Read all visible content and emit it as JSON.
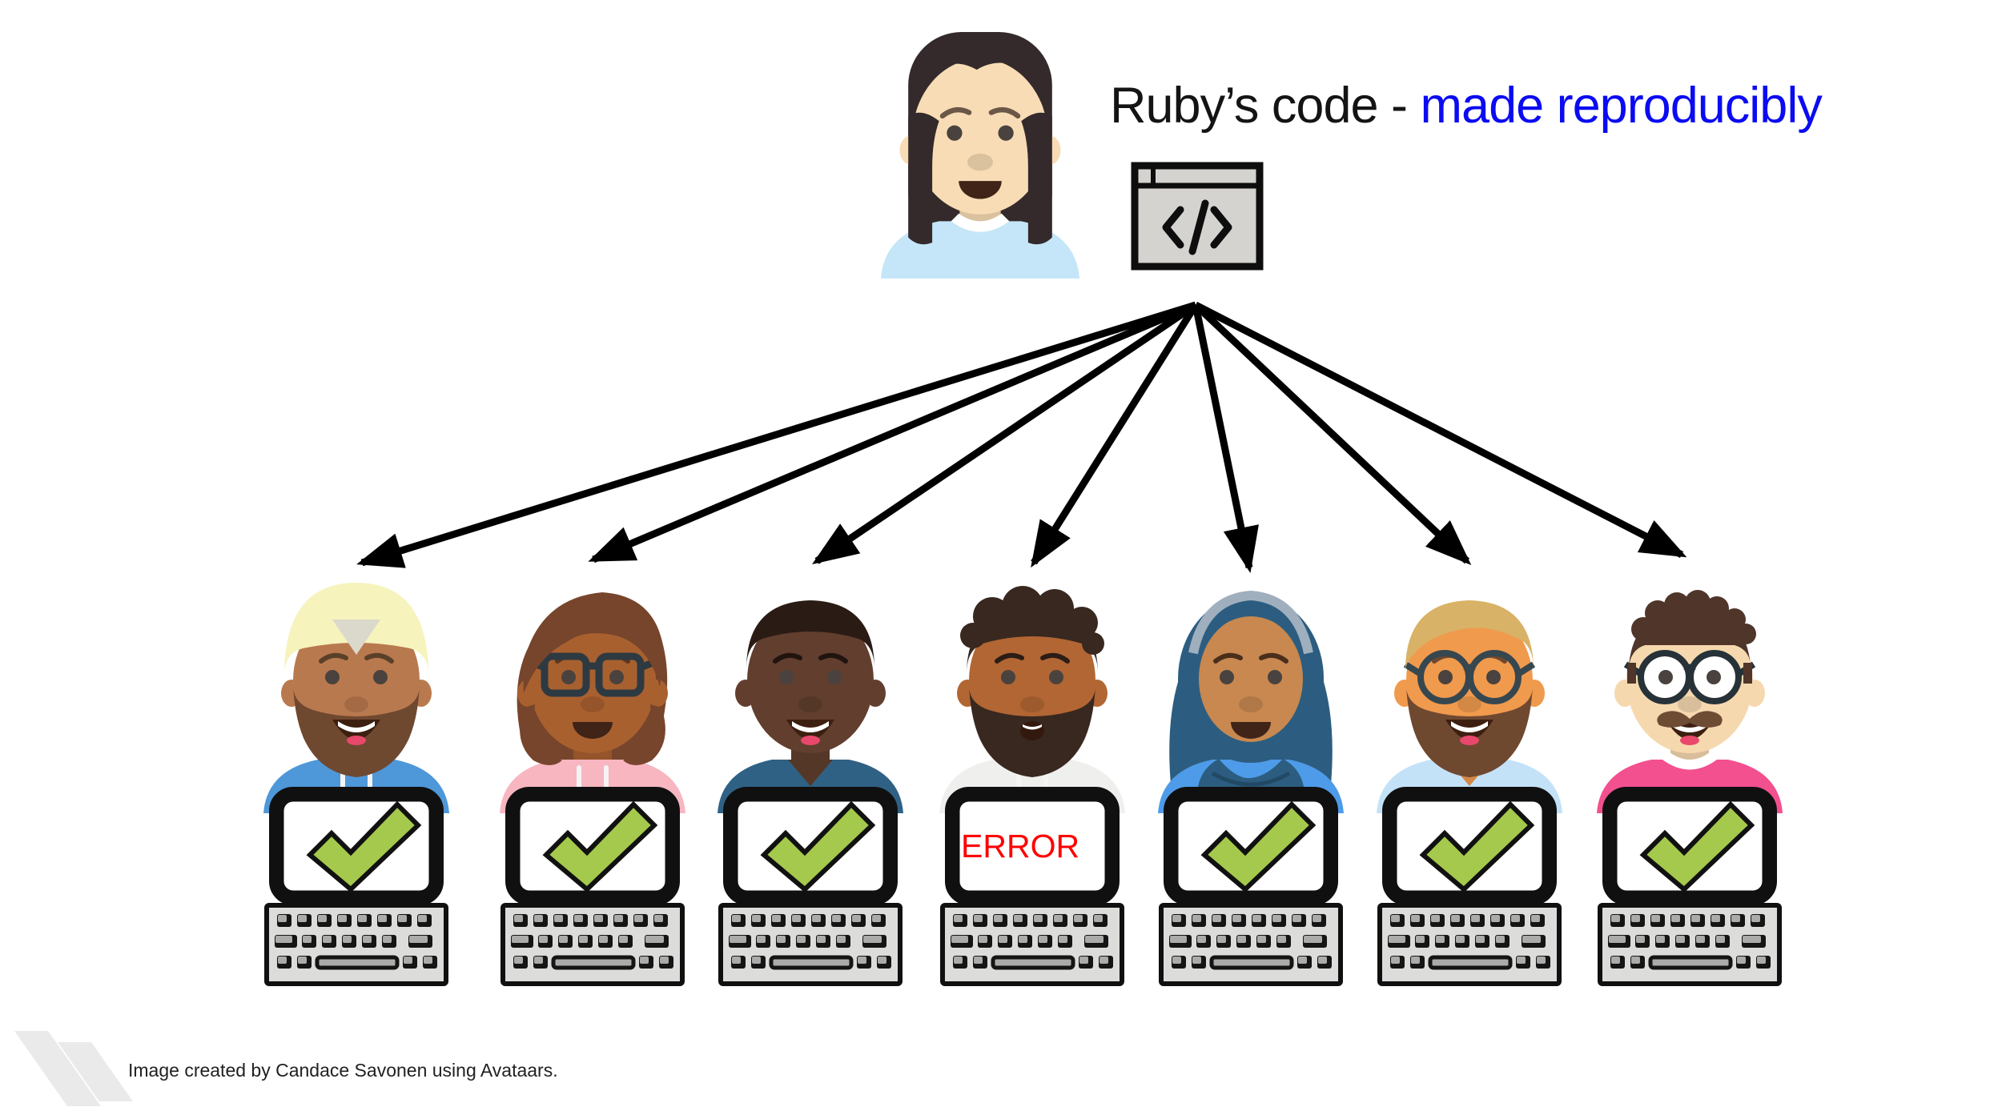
{
  "title": {
    "prefix": "Ruby’s code - ",
    "accent": "made reproducibly",
    "accent_color": "#0B0BF2",
    "text_color": "#141414"
  },
  "author_avatar": {
    "name": "ruby",
    "description": "woman with long dark hair and light blue top",
    "features": {
      "skin": "#F8DCB5",
      "hairstyle": "long",
      "hair": "#342A2B",
      "brow": "#6B5747",
      "shirt": "#C5E6F8",
      "shirt_style": "collar",
      "mouth": "open"
    }
  },
  "code_icon": {
    "glyph": "</>",
    "fill": "#D5D3CF",
    "stroke": "#0E0E0E"
  },
  "people": [
    {
      "id": "person-1",
      "description": "man with pale yellow turban, brown beard, blue hoodie",
      "features": {
        "skin": "#B9794E",
        "hairstyle": "turban",
        "turban": "#F6F3BC",
        "brow": "#5A4028",
        "beard": "#6F4830",
        "shirt": "#4E97D9",
        "shirt_style": "hoodie",
        "mouth": "teeth"
      },
      "laptop": {
        "status": "check"
      }
    },
    {
      "id": "person-2",
      "description": "woman with brown bob, square glasses, pink hoodie",
      "features": {
        "skin": "#A9602F",
        "hairstyle": "bob",
        "hair": "#77452C",
        "brow": "#5E3621",
        "glasses": "square",
        "glasses_color": "#2E3A42",
        "shirt": "#F8B6C1",
        "shirt_style": "hoodie",
        "mouth": "open"
      },
      "laptop": {
        "status": "check"
      }
    },
    {
      "id": "person-3",
      "description": "man with short dark hair, steel blue v-neck",
      "features": {
        "skin": "#613E2E",
        "hairstyle": "short",
        "hair": "#2A1B14",
        "brow": "#21140F",
        "shirt": "#2F6184",
        "shirt_style": "vneck",
        "mouth": "teeth"
      },
      "laptop": {
        "status": "check"
      }
    },
    {
      "id": "person-4",
      "description": "man with dark hair and beard, white hoodie",
      "features": {
        "skin": "#B26633",
        "hairstyle": "wavy",
        "hair": "#38281F",
        "brow": "#2B1D16",
        "beard": "#38281F",
        "shirt": "#EFEFED",
        "shirt_style": "hoodie",
        "mouth": "small"
      },
      "laptop": {
        "status": "error",
        "text": "ERROR"
      }
    },
    {
      "id": "person-5",
      "description": "woman in dark blue hijab, blue top",
      "features": {
        "skin": "#C8884F",
        "hairstyle": "hijab",
        "hijab": "#2C5D80",
        "hijab_band": "#9FAFBE",
        "brow": "#4A2E1C",
        "shirt": "#4E9BE9",
        "shirt_style": "plain",
        "mouth": "open"
      },
      "laptop": {
        "status": "check"
      }
    },
    {
      "id": "person-6",
      "description": "man with blonde hair, round glasses, brown beard, light blue v-neck",
      "features": {
        "skin": "#F09A4D",
        "hairstyle": "blonde",
        "hair": "#D8B266",
        "brow": "#6F4830",
        "glasses": "round",
        "glasses_color": "#37474F",
        "beard": "#6F4830",
        "shirt": "#C3E2F8",
        "shirt_style": "vneck",
        "mouth": "teeth"
      },
      "laptop": {
        "status": "check"
      }
    },
    {
      "id": "person-7",
      "description": "man with curly hair, round glasses, mustache, pink collared shirt",
      "features": {
        "skin": "#F6D8AF",
        "hairstyle": "curly",
        "hair": "#4F352A",
        "brow": "#40291F",
        "glasses": "round",
        "glasses_color": "#263238",
        "eye_whites": true,
        "mustache": "#6E4B33",
        "shirt": "#F2508F",
        "shirt_style": "collar",
        "mouth": "teeth"
      },
      "laptop": {
        "status": "check"
      }
    }
  ],
  "laptop_style": {
    "check_color": "#A5C94C",
    "error_color": "#FF0000",
    "outline": "#101010",
    "keyboard_fill": "#DCDCDA"
  },
  "caption": {
    "text": "Image created by Candace Savonen using Avataars."
  }
}
